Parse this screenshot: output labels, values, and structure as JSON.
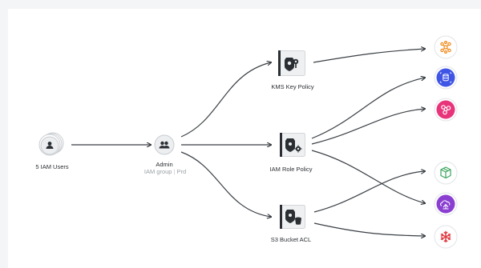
{
  "nodes": {
    "users": {
      "label": "5 IAM Users",
      "icon": "users-icon"
    },
    "admin": {
      "label": "Admin",
      "sublabel_group": "IAM group",
      "sublabel_env": "Prd",
      "icon": "group-icon"
    },
    "kms_policy": {
      "label": "KMS Key Policy",
      "icon": "key-policy-icon"
    },
    "iam_role_policy": {
      "label": "IAM Role Policy",
      "icon": "role-policy-icon"
    },
    "s3_acl": {
      "label": "S3 Bucket ACL",
      "icon": "bucket-acl-icon"
    }
  },
  "services": [
    {
      "name": "service-orange",
      "color": "#ef8a1a",
      "icon": "network-hub-icon"
    },
    {
      "name": "service-blue",
      "color": "#3f55e6",
      "icon": "db-sync-icon"
    },
    {
      "name": "service-pink",
      "color": "#e8347a",
      "icon": "hexagon-nodes-icon"
    },
    {
      "name": "service-green",
      "color": "#3aa55c",
      "icon": "cube-icon"
    },
    {
      "name": "service-purple",
      "color": "#8a3fd1",
      "icon": "cloud-lock-icon"
    },
    {
      "name": "service-red",
      "color": "#e0353c",
      "icon": "snowflake-icon"
    }
  ]
}
